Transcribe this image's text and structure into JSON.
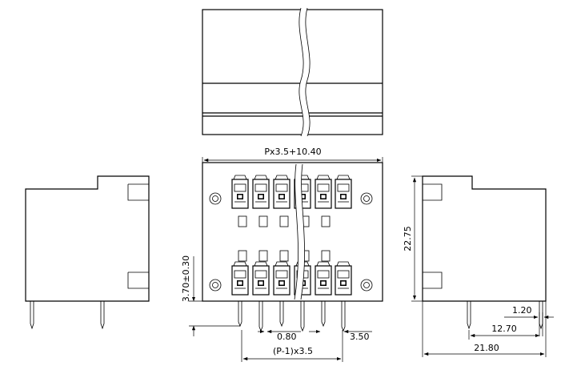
{
  "dimensions": {
    "overall_width": "Px3.5+10.40",
    "height_offset": "3.70±0.30",
    "pin_width": "0.80",
    "pitch": "3.50",
    "pin_span": "(P-1)x3.5",
    "side_height": "22.75",
    "pin_thickness": "1.20",
    "pin_spacing": "12.70",
    "side_depth": "21.80"
  },
  "colors": {
    "line": "#000000",
    "background": "#ffffff"
  }
}
